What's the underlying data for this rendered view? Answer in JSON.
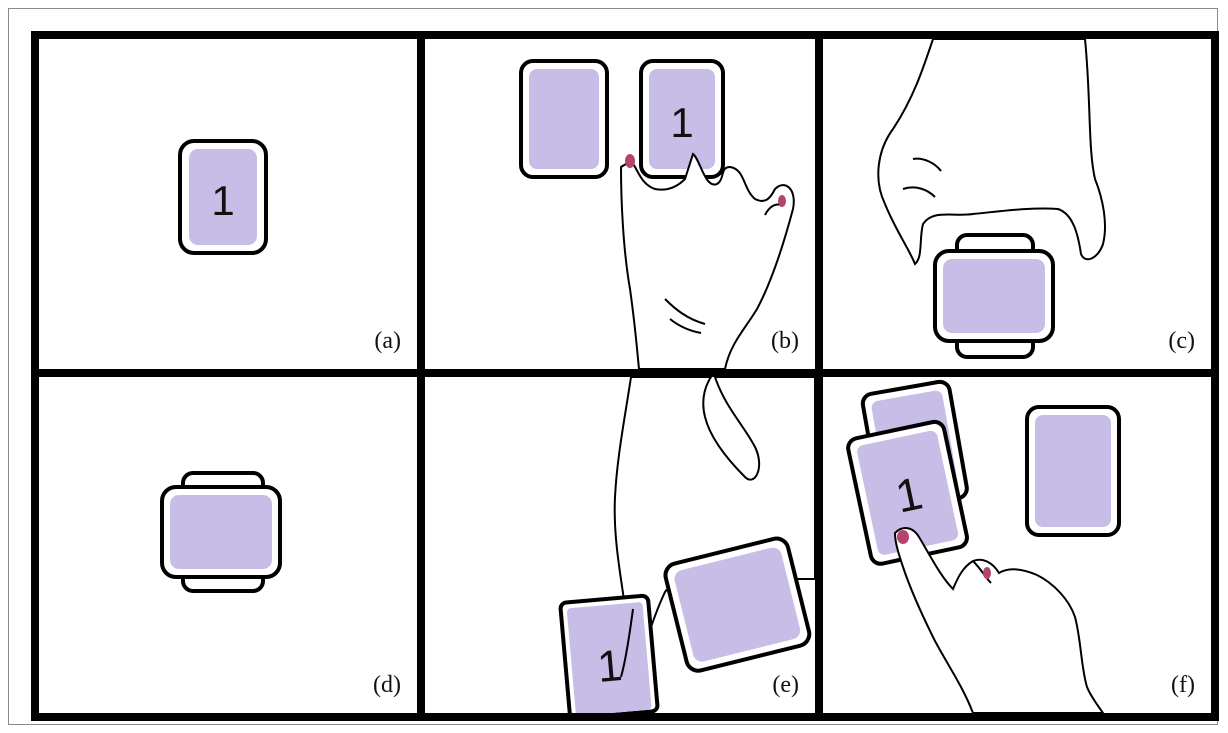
{
  "colors": {
    "card_fill": "#c7bde6",
    "card_border": "#000000",
    "nail": "#b4436e",
    "background": "#ffffff"
  },
  "panels": [
    {
      "id": "a",
      "label": "(a)",
      "card_number": "1"
    },
    {
      "id": "b",
      "label": "(b)",
      "card_number": "1"
    },
    {
      "id": "c",
      "label": "(c)"
    },
    {
      "id": "d",
      "label": "(d)"
    },
    {
      "id": "e",
      "label": "(e)",
      "card_number": "1"
    },
    {
      "id": "f",
      "label": "(f)",
      "card_number": "1"
    }
  ]
}
